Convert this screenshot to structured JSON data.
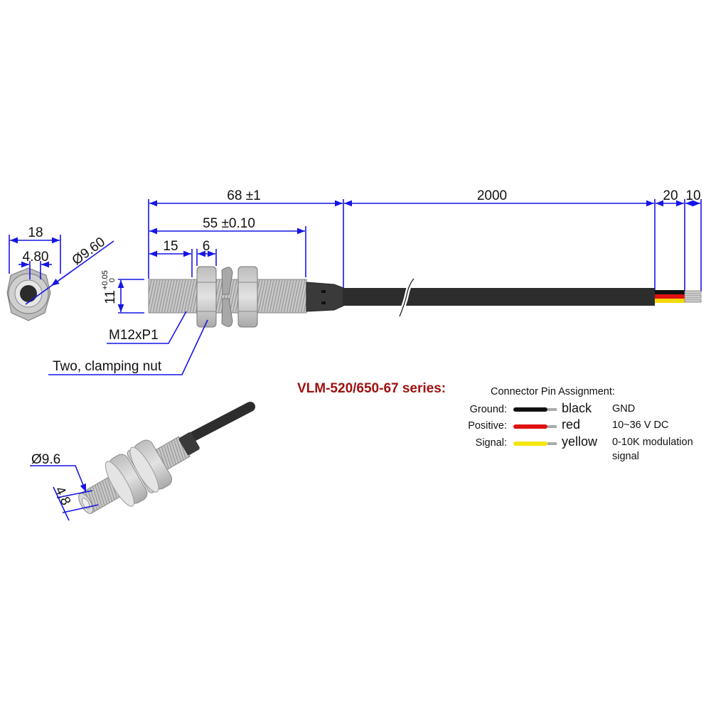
{
  "dimensions": {
    "overall_length": "68 ±1",
    "cable_length": "2000",
    "jacket_strip": "20",
    "wire_strip": "10",
    "thread_length": "55 ±0.10",
    "front_length": "15",
    "nut_thickness": "6",
    "body_height": "11",
    "tol_plus": "+0.05",
    "tol_minus": "0",
    "end_width": "18",
    "end_aperture": "4.80",
    "end_diameter": "Ø9.60",
    "iso_diameter": "Ø9.6",
    "iso_aperture": "4.8"
  },
  "labels": {
    "thread": "M12xP1",
    "nut": "Two, clamping nut"
  },
  "series_title": "VLM-520/650-67 series:",
  "connector": {
    "heading": "Connector Pin Assignment:",
    "pins": [
      {
        "label": "Ground:",
        "color_name": "black",
        "description": "GND",
        "color": "#111111"
      },
      {
        "label": "Positive:",
        "color_name": "red",
        "description": "10~36 V DC",
        "color": "#e01010"
      },
      {
        "label": "Signal:",
        "color_name": "yellow",
        "description": "0-10K modulation",
        "description2": "signal",
        "color": "#f5e60a"
      }
    ]
  },
  "colors": {
    "dimension": "#1515e6",
    "title": "#a01010"
  }
}
